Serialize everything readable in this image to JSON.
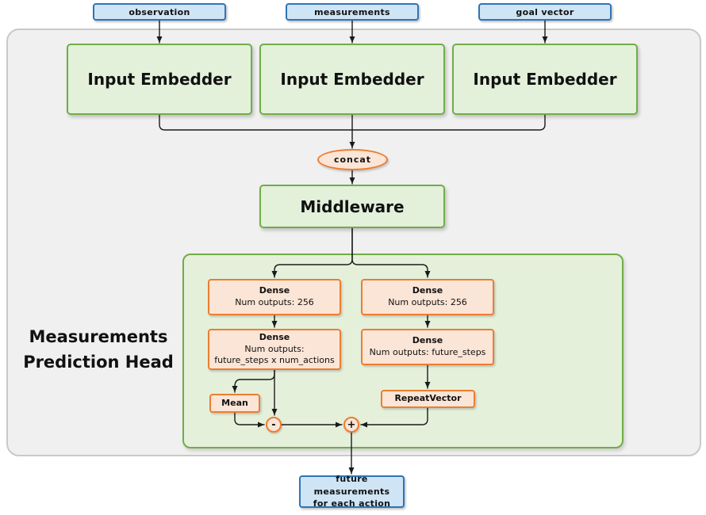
{
  "diagram": {
    "inputs": [
      {
        "label": "observation"
      },
      {
        "label": "measurements"
      },
      {
        "label": "goal vector"
      }
    ],
    "embedders": [
      {
        "label": "Input Embedder"
      },
      {
        "label": "Input Embedder"
      },
      {
        "label": "Input Embedder"
      }
    ],
    "concat": {
      "label": "concat"
    },
    "middleware": {
      "label": "Middleware"
    },
    "head": {
      "title_line1": "Measurements",
      "title_line2": "Prediction Head",
      "left_branch": {
        "dense1_title": "Dense",
        "dense1_sub": "Num outputs: 256",
        "dense2_title": "Dense",
        "dense2_sub1": "Num outputs:",
        "dense2_sub2": "future_steps x num_actions",
        "mean_label": "Mean",
        "minus_label": "-"
      },
      "right_branch": {
        "dense1_title": "Dense",
        "dense1_sub": "Num outputs: 256",
        "dense2_title": "Dense",
        "dense2_sub": "Num outputs: future_steps",
        "repeat_label": "RepeatVector",
        "plus_label": "+"
      }
    },
    "output": {
      "line1": "future measurements",
      "line2": "for each action"
    },
    "colors": {
      "blue_border": "#2e75b6",
      "blue_fill": "#cfe5f6",
      "green_border": "#70ad47",
      "green_fill": "#e3f0da",
      "orange_border": "#ed7d31",
      "orange_fill": "#fbe5d6",
      "panel_fill": "#f0f0f0",
      "line": "#1a1a1a"
    }
  }
}
